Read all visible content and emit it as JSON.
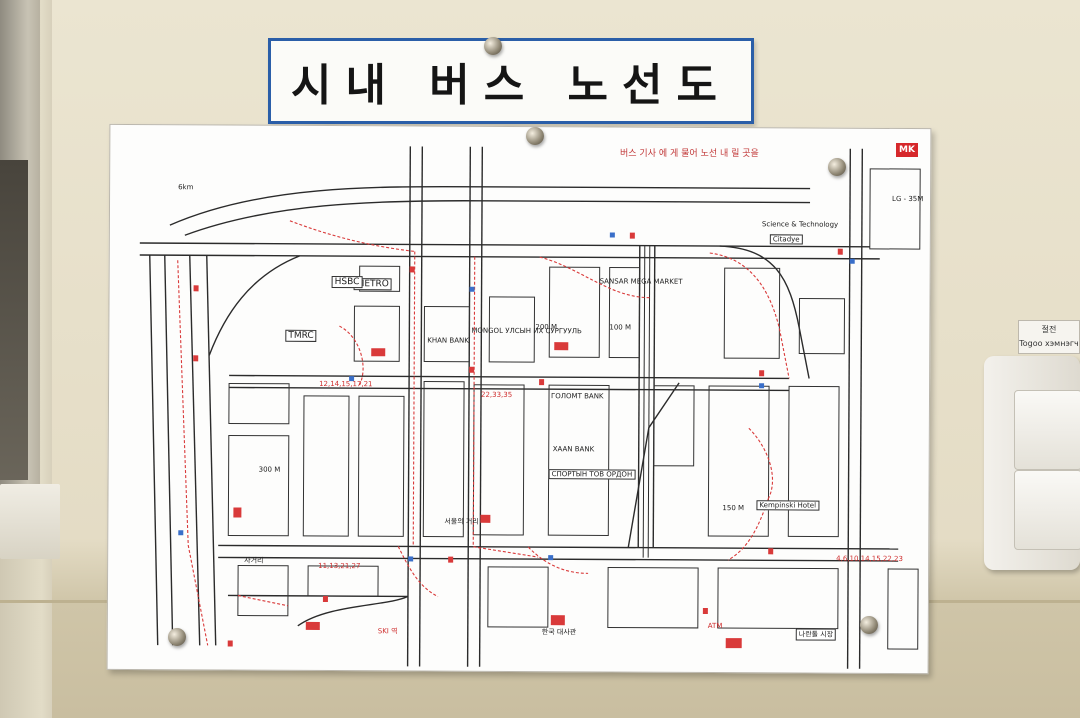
{
  "title": "시내 버스 노선도",
  "note_text": "버스 기사 에 게 물어 노선 내 릴 곳을",
  "store_sign": "MK",
  "switch_label": {
    "line1": "절전",
    "line2": "Togoo хэмнэгч"
  },
  "map_labels": {
    "metro": "METRO",
    "hsbc": "HSBC",
    "tmrc": "TMRC",
    "khan_bank": "KHAN BANK",
    "mongol_ulsyn": "MONGOL УЛСЫН ИХ СУРГУУЛЬ",
    "golomt_bank": "ГОЛОМТ BANK",
    "xaan_bank": "XAAN BANK",
    "sport_center": "СПОРТЫН ТОВ ОРДОН",
    "sansar_mega_market": "SANSAR MEGA MARKET",
    "school_subway": "Science & Technology",
    "citadye": "Citadye",
    "kempinski_hotel": "Kempinski Hotel",
    "distance_200m": "200 M",
    "distance_150m": "150 M",
    "distance_100m": "100 M",
    "distance_300m": "300 M",
    "distance_6km": "6km",
    "market_kr": "나란톨 시장",
    "univ_kr": "한국 대사관",
    "stop_kr": "사거리",
    "campus_kr": "서울의 거리",
    "lg": "LG - 35M",
    "ski": "SKI 역",
    "atm": "ATM",
    "routes_1": "12,14,15,17,21",
    "routes_2": "11,13,21,27",
    "routes_3": "22,33,35",
    "routes_4": "4,6,10,14,15,22,23"
  }
}
